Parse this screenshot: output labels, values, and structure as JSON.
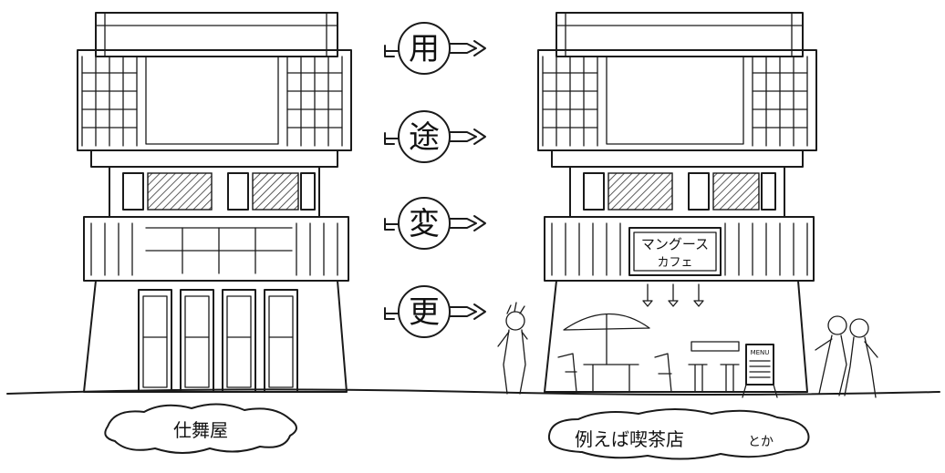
{
  "steps": [
    "用",
    "途",
    "変",
    "更"
  ],
  "left_label": "仕舞屋",
  "right_label_main": "例えば喫茶店",
  "right_label_suffix": "とか",
  "cafe_sign": {
    "line1": "マングース",
    "line2": "カフェ"
  },
  "menu_board": "MENU"
}
